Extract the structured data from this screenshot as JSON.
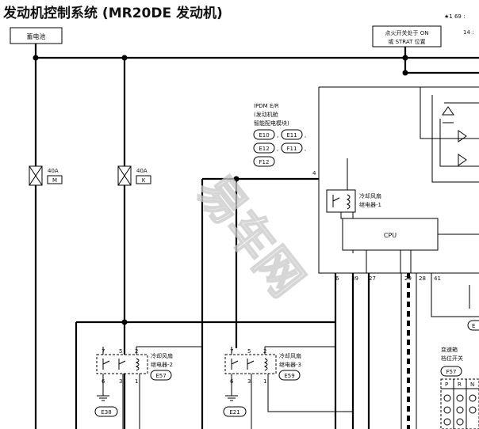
{
  "title": "发动机控制系统 (MR20DE 发动机)",
  "top_right_notes": [
    "★1  69 :",
    "14 :"
  ],
  "battery": "蓄电池",
  "ignition_box": [
    "点火开关处于 ON",
    "或 STRAT 位置"
  ],
  "fuses": [
    {
      "rating": "40A",
      "code": "M"
    },
    {
      "rating": "40A",
      "code": "K"
    }
  ],
  "ipdm": {
    "lines": [
      "IPDM E/R",
      "(发动机舱",
      "智能配电模块)"
    ],
    "connectors": [
      "E10",
      "E11",
      "E12",
      "F11",
      "F12"
    ],
    "sep": ","
  },
  "relay1": {
    "label": [
      "冷却风扇",
      "继电器-1"
    ]
  },
  "cpu": "CPU",
  "ipdm_pins": [
    "6",
    "39",
    "27",
    "29",
    "28",
    "41"
  ],
  "pin4": "4",
  "relay2": {
    "label": [
      "冷却风扇",
      "继电器-2"
    ],
    "connector": "E57",
    "pins_top": [
      "7",
      "5",
      "2"
    ],
    "pins_bottom": [
      "6",
      "3",
      "1"
    ],
    "ground": "E38"
  },
  "relay3": {
    "label": [
      "冷却风扇",
      "继电器-3"
    ],
    "connector": "E59",
    "pins_top": [
      "7",
      "5",
      "2"
    ],
    "pins_bottom": [
      "6",
      "3",
      "1"
    ],
    "ground": "E21"
  },
  "trans_switch": {
    "label": [
      "变速箱",
      "档位开关"
    ],
    "connector": "F57",
    "positions": [
      "P",
      "R",
      "N"
    ]
  },
  "partial_connector": "E",
  "watermark": "易车网"
}
